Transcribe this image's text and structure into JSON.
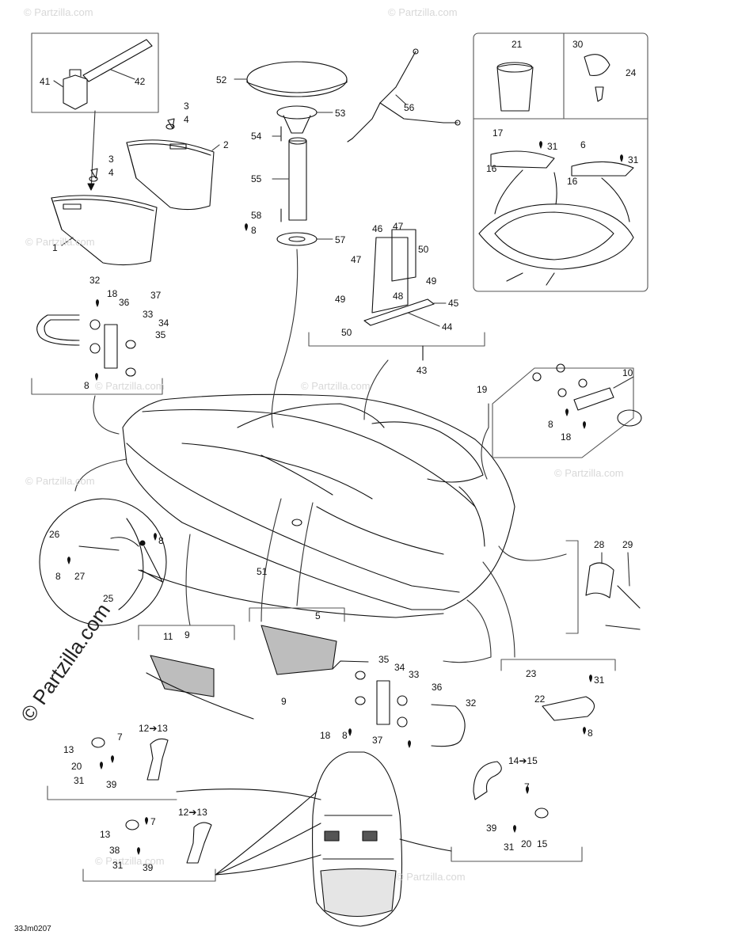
{
  "watermark": {
    "text": "© Partzilla.com",
    "main_text": "© Partzilla.com",
    "color": "#d8d8d8"
  },
  "drawing_code": "33Jm0207",
  "callouts": {
    "c41": "41",
    "c42": "42",
    "c3a": "3",
    "c4a": "4",
    "c2": "2",
    "c3b": "3",
    "c4b": "4",
    "c1": "1",
    "c52": "52",
    "c53": "53",
    "c54": "54",
    "c55": "55",
    "c58": "58",
    "c8a": "8",
    "c57": "57",
    "c56": "56",
    "c21": "21",
    "c30": "30",
    "c24": "24",
    "c17": "17",
    "c31a": "31",
    "c6": "6",
    "c31b": "31",
    "c16a": "16",
    "c16b": "16",
    "c32a": "32",
    "c18a": "18",
    "c36a": "36",
    "c37a": "37",
    "c33a": "33",
    "c34a": "34",
    "c35a": "35",
    "c8b": "8",
    "c46": "46",
    "c47a": "47",
    "c47b": "47",
    "c50a": "50",
    "c49a": "49",
    "c48": "48",
    "c45": "45",
    "c49b": "49",
    "c50b": "50",
    "c44": "44",
    "c43": "43",
    "c10": "10",
    "c19": "19",
    "c8c": "8",
    "c18b": "18",
    "c26": "26",
    "c8d": "8",
    "c8e": "8",
    "c27": "27",
    "c25": "25",
    "c51": "51",
    "c28": "28",
    "c29": "29",
    "c11": "11",
    "c9a": "9",
    "c5": "5",
    "c9b": "9",
    "c35b": "35",
    "c34b": "34",
    "c33b": "33",
    "c36b": "36",
    "c32b": "32",
    "c18c": "18",
    "c8f": "8",
    "c37b": "37",
    "c23": "23",
    "c31c": "31",
    "c22": "22",
    "c8g": "8",
    "c12a": "12➔13",
    "c7a": "7",
    "c13a": "13",
    "c20a": "20",
    "c31d": "31",
    "c39a": "39",
    "c14": "14➔15",
    "c7b": "7",
    "c39b": "39",
    "c31e": "31",
    "c20b": "20",
    "c15": "15",
    "c12b": "12➔13",
    "c7c": "7",
    "c13b": "13",
    "c38": "38",
    "c31f": "31",
    "c39c": "39"
  }
}
